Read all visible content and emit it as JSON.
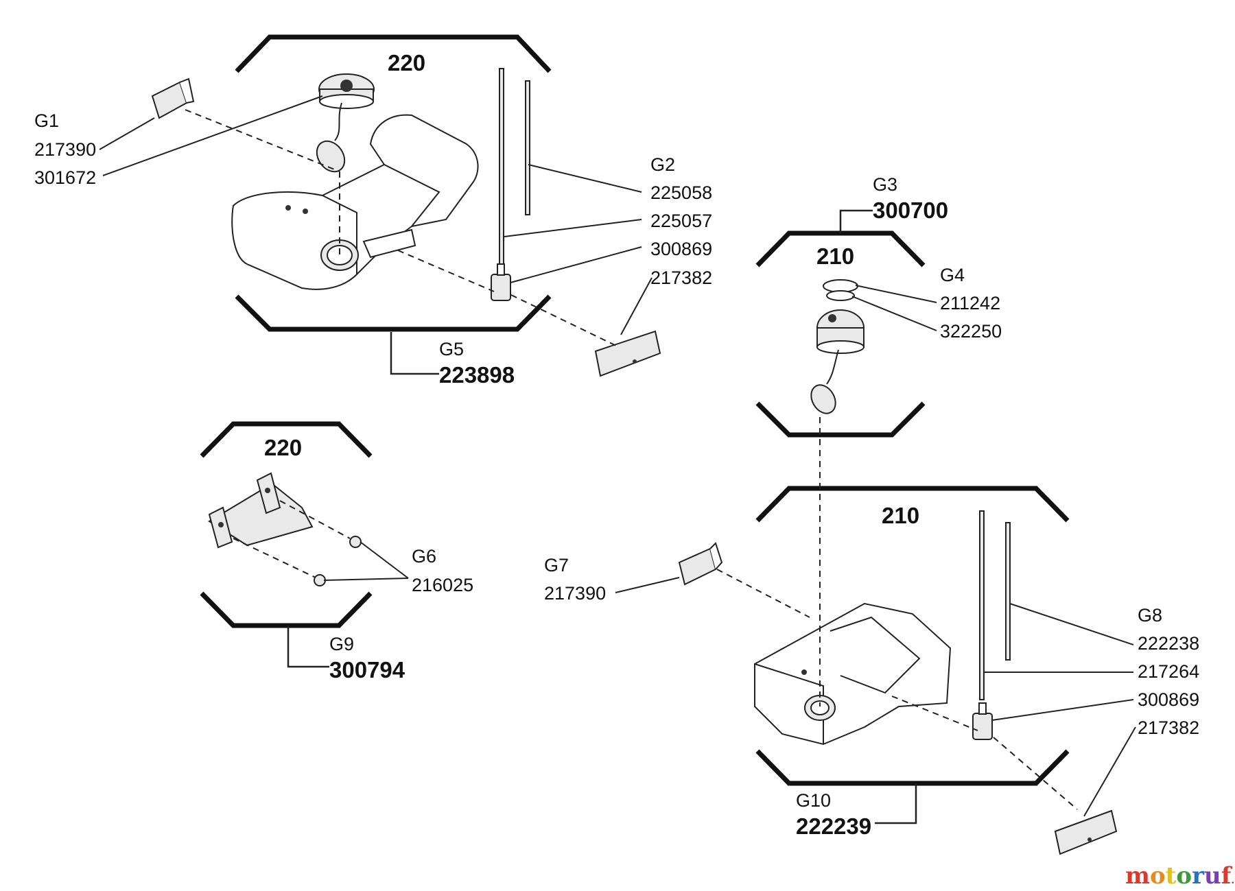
{
  "groups": {
    "top_left_model": "220",
    "top_right_model": "210",
    "bottom_left_model": "220",
    "bottom_right_model": "210"
  },
  "labels": {
    "g1_ref": "G1",
    "g1_part_a": "217390",
    "g1_part_b": "301672",
    "g2_ref": "G2",
    "g2_part_a": "225058",
    "g2_part_b": "225057",
    "g2_part_c": "300869",
    "g2_part_d": "217382",
    "g5_ref": "G5",
    "g5_part": "223898",
    "g3_ref": "G3",
    "g3_part": "300700",
    "g4_ref": "G4",
    "g4_part_a": "211242",
    "g4_part_b": "322250",
    "g6_ref": "G6",
    "g6_part": "216025",
    "g9_ref": "G9",
    "g9_part": "300794",
    "g7_ref": "G7",
    "g7_part": "217390",
    "g8_ref": "G8",
    "g8_part_a": "222238",
    "g8_part_b": "217264",
    "g8_part_c": "300869",
    "g8_part_d": "217382",
    "g10_ref": "G10",
    "g10_part": "222239"
  },
  "watermark": {
    "text": "motoruf",
    "suffix": ".de",
    "colors": [
      "#d93a2b",
      "#e98a1e",
      "#e3c21a",
      "#3d9a3a",
      "#2a6fbf",
      "#7a3fb3"
    ]
  }
}
